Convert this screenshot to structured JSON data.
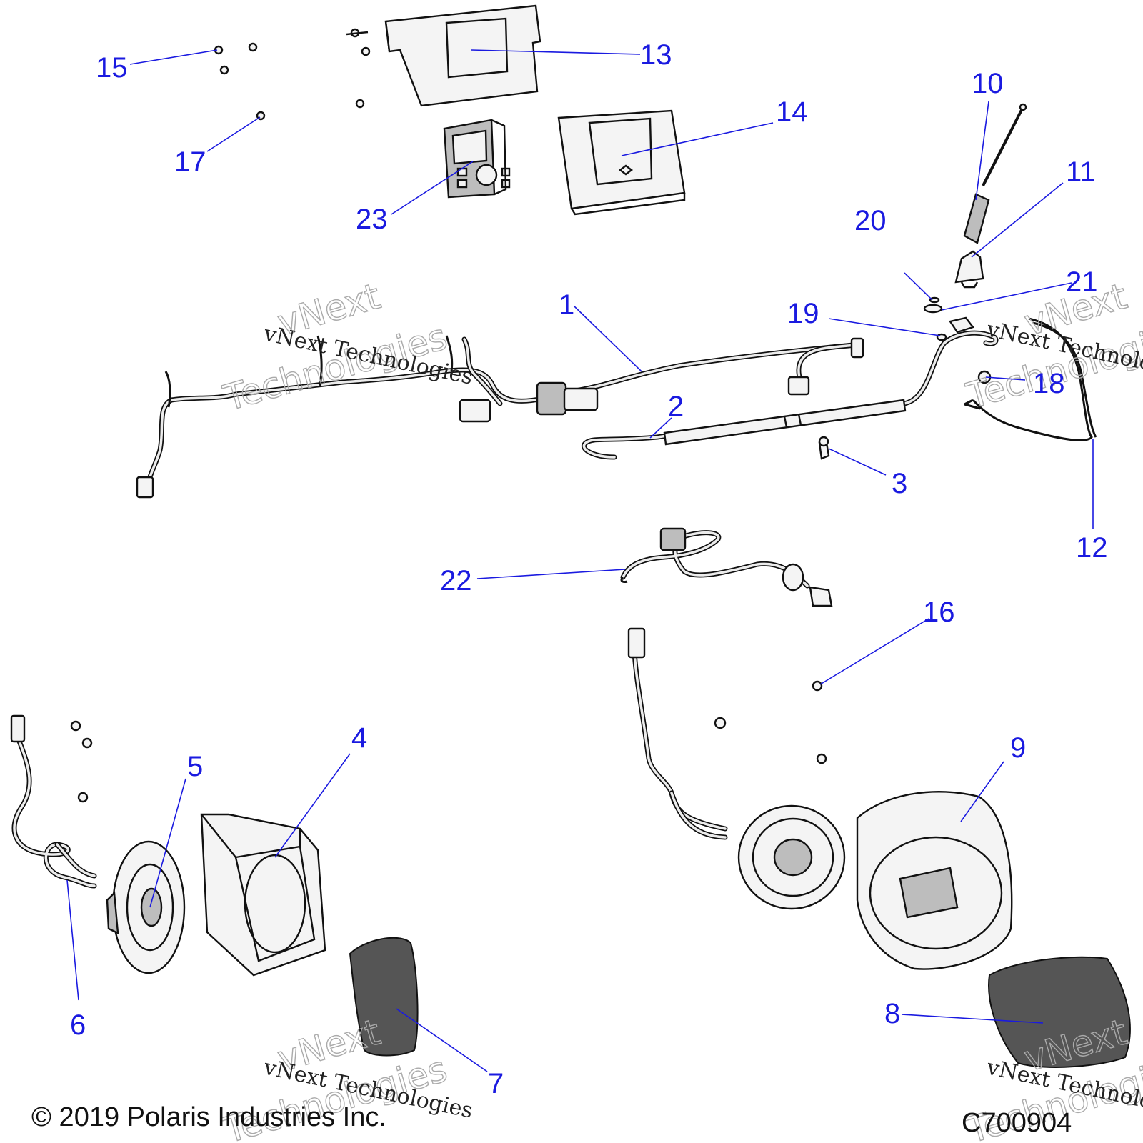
{
  "callouts": {
    "c1": "1",
    "c2": "2",
    "c3": "3",
    "c4": "4",
    "c5": "5",
    "c6": "6",
    "c7": "7",
    "c8": "8",
    "c9": "9",
    "c10": "10",
    "c11": "11",
    "c12": "12",
    "c13": "13",
    "c14": "14",
    "c15": "15",
    "c16": "16",
    "c17": "17",
    "c18": "18",
    "c19": "19",
    "c20": "20",
    "c21": "21",
    "c22": "22",
    "c23": "23"
  },
  "watermark": {
    "company": "vNext Technologies",
    "word1": "vNext",
    "word2": "Technologies"
  },
  "footer": {
    "copyright": "© 2019 Polaris Industries Inc.",
    "drawing_code": "C700904"
  },
  "colors": {
    "callout_blue": "#1a1ae0",
    "line_art": "#111111"
  }
}
